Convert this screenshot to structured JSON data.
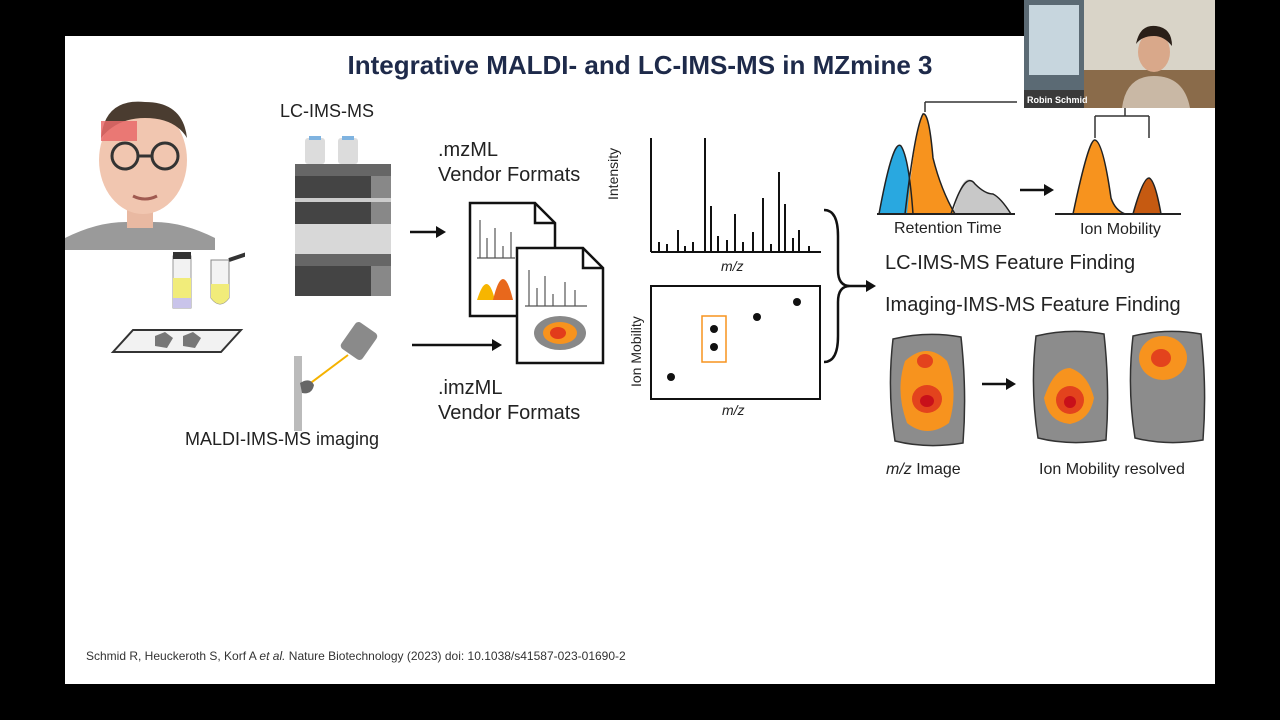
{
  "slide": {
    "title": "Integrative MALDI- and LC-IMS-MS in MZmine 3",
    "lc_ims_ms": "LC-IMS-MS",
    "mzml_line1": ".mzML",
    "mzml_line2": "Vendor Formats",
    "imzml_line1": ".imzML",
    "imzml_line2": "Vendor Formats",
    "maldi_label": "MALDI-IMS-MS imaging",
    "intensity_axis": "Intensity",
    "mz_axis_top": "m/z",
    "ion_mobility_axis": "Ion Mobility",
    "mz_axis_bottom": "m/z",
    "retention_time": "Retention Time",
    "ion_mobility_label": "Ion Mobility",
    "lc_feature_finding": "LC-IMS-MS Feature Finding",
    "imaging_feature_finding": "Imaging-IMS-MS Feature Finding",
    "mz_image_italic": "m/z",
    "mz_image_rest": " Image",
    "ion_mobility_resolved": "Ion Mobility resolved",
    "citation_authors": "Schmid R, Heuckeroth S, Korf A ",
    "citation_etal": "et al.",
    "citation_rest": " Nature Biotechnology (2023) doi: 10.1038/s41587-023-01690-2"
  },
  "webcam": {
    "presenter_name": "Robin Schmid"
  },
  "colors": {
    "title": "#1e2a4a",
    "orange": "#f7931e",
    "blue": "#29a8e0",
    "gray_peak": "#c8c8c8",
    "dark_orange": "#c65a11"
  }
}
